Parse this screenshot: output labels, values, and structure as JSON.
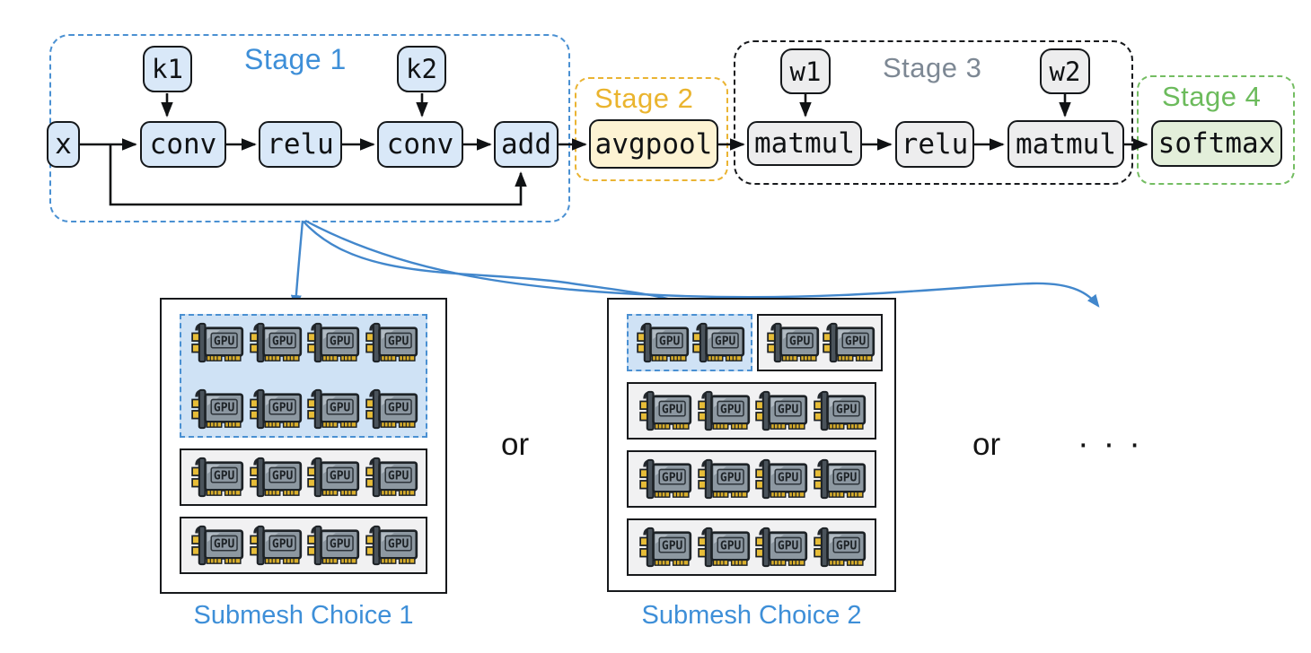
{
  "figure": {
    "description_labels": {
      "or_1": "or",
      "or_2": "or",
      "ellipsis": "···"
    }
  },
  "diagram": {
    "stages": [
      {
        "label": "Stage 1",
        "color": "#3E8FD8",
        "ops": [
          "x",
          "conv",
          "relu",
          "conv",
          "add"
        ],
        "params": [
          "k1",
          "k2"
        ]
      },
      {
        "label": "Stage 2",
        "color": "#EAB42E",
        "ops": [
          "avgpool"
        ],
        "params": []
      },
      {
        "label": "Stage 3",
        "color": "#7D8894",
        "ops": [
          "matmul",
          "relu",
          "matmul"
        ],
        "params": [
          "w1",
          "w2"
        ]
      },
      {
        "label": "Stage 4",
        "color": "#6CBB5C",
        "ops": [
          "softmax"
        ],
        "params": []
      }
    ],
    "nodes": {
      "x": "x",
      "conv1": "conv",
      "relu1": "relu",
      "conv2": "conv",
      "add": "add",
      "k1": "k1",
      "k2": "k2",
      "avgpool": "avgpool",
      "matmul1": "matmul",
      "relu2": "relu",
      "matmul2": "matmul",
      "w1": "w1",
      "w2": "w2",
      "softmax": "softmax"
    }
  },
  "gpu_card": {
    "label": "GPU"
  },
  "submeshes": [
    {
      "label": "Submesh Choice 1",
      "rows": [
        {
          "segments": [
            {
              "selected": true,
              "gpu_rows": [
                4,
                4
              ]
            }
          ]
        },
        {
          "segments": [
            {
              "selected": false,
              "gpu_rows": [
                4
              ]
            }
          ]
        },
        {
          "segments": [
            {
              "selected": false,
              "gpu_rows": [
                4
              ]
            }
          ]
        }
      ]
    },
    {
      "label": "Submesh Choice 2",
      "rows": [
        {
          "segments": [
            {
              "selected": true,
              "gpu_rows": [
                2
              ]
            },
            {
              "selected": false,
              "gpu_rows": [
                2
              ]
            }
          ]
        },
        {
          "segments": [
            {
              "selected": false,
              "gpu_rows": [
                4
              ]
            }
          ]
        },
        {
          "segments": [
            {
              "selected": false,
              "gpu_rows": [
                4
              ]
            }
          ]
        },
        {
          "segments": [
            {
              "selected": false,
              "gpu_rows": [
                4
              ]
            }
          ]
        }
      ]
    }
  ],
  "colors": {
    "accent_blue": "#3E8FD8",
    "node_blue_fill": "#D9E8F8",
    "selected_submesh_fill": "#CFE2F5",
    "stage2_gold": "#EAB42E",
    "stage2_fill": "#FDF3D3",
    "stage3_gray": "#7D8894",
    "stage3_fill": "#EDEDEE",
    "stage4_green": "#6CBB5C",
    "stage4_fill": "#E3EFDA",
    "arrow_blue": "#4287CC",
    "gpu_body": "#8D98A1",
    "gpu_gold": "#E7BD38"
  }
}
